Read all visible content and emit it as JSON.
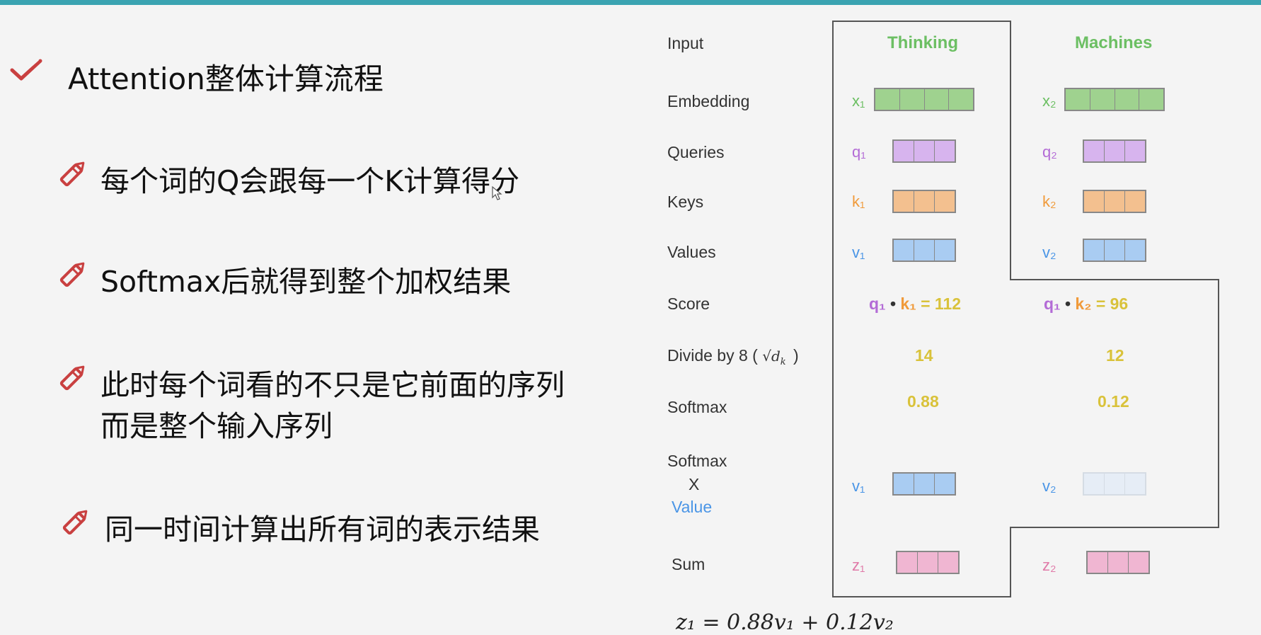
{
  "heading": {
    "title": "Attention整体计算流程"
  },
  "bullets": [
    {
      "text": "每个词的Q会跟每一个K计算得分"
    },
    {
      "text": "Softmax后就得到整个加权结果"
    },
    {
      "text_line1": "此时每个词看的不只是它前面的序列",
      "text_line2": "而是整个输入序列"
    },
    {
      "text": "同一时间计算出所有词的表示结果"
    }
  ],
  "diagram": {
    "row_labels": {
      "input": "Input",
      "embedding": "Embedding",
      "queries": "Queries",
      "keys": "Keys",
      "values": "Values",
      "score": "Score",
      "divide": "Divide by 8 (",
      "divide_sqrt": "√d",
      "divide_sub": "k",
      "divide_close": ")",
      "softmax": "Softmax",
      "softmax_x_1": "Softmax",
      "softmax_x_2": "X",
      "softmax_x_3": "Value",
      "sum": "Sum"
    },
    "columns": [
      {
        "word": "Thinking",
        "x_sym": "x₁",
        "q_sym": "q₁",
        "k_sym": "k₁",
        "v_sym": "v₁",
        "score_q": "q₁",
        "score_dot": "•",
        "score_k": "k₁",
        "score_eq": "= 112",
        "divided": "14",
        "softmax": "0.88",
        "wv_sym": "v₁",
        "z_sym": "z₁"
      },
      {
        "word": "Machines",
        "x_sym": "x₂",
        "q_sym": "q₂",
        "k_sym": "k₂",
        "v_sym": "v₂",
        "score_q": "q₁",
        "score_dot": "•",
        "score_k": "k₂",
        "score_eq": "= 96",
        "divided": "12",
        "softmax": "0.12",
        "wv_sym": "v₂",
        "z_sym": "z₂"
      }
    ],
    "formula": "z₁ = 0.88v₁ + 0.12v₂"
  },
  "colors": {
    "accent_bar": "#3aa3b1",
    "check_icon": "#c94040",
    "pencil_icon": "#c94040",
    "embedding": "#9fd28f",
    "query": "#d7b4ee",
    "key": "#f3c08f",
    "value": "#a9ccf2",
    "value_faded": "#e6edf6",
    "sum": "#f0b6d2",
    "query_text": "#b36bd6",
    "key_text": "#f09a3a",
    "value_text": "#4a95e6",
    "sum_text": "#e07aa8",
    "number_text": "#d9c23a",
    "word_text": "#6cbf63"
  }
}
